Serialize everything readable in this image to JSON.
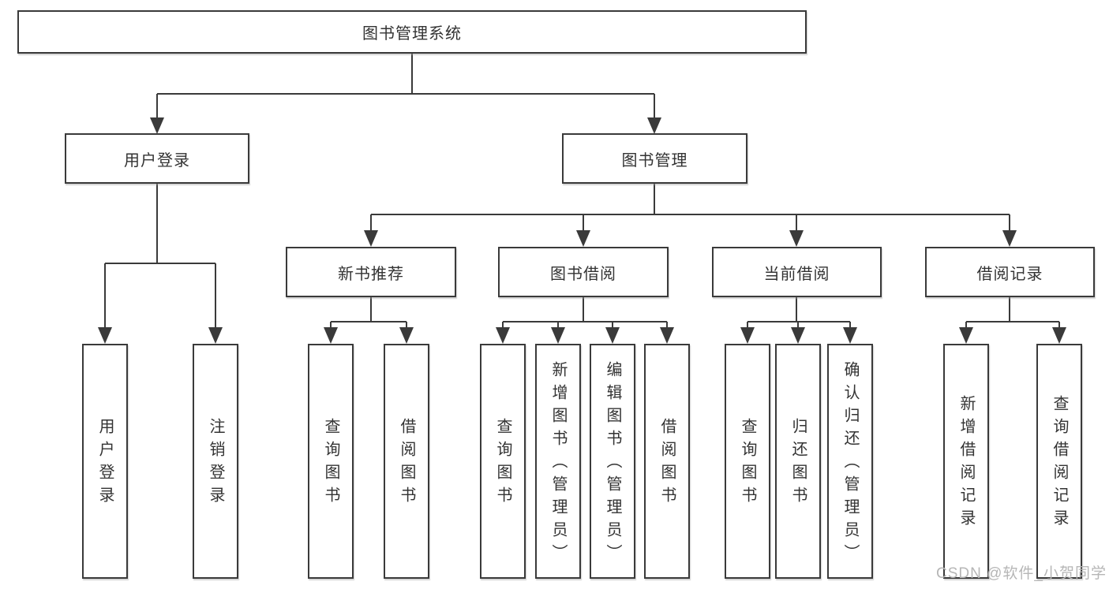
{
  "diagram_title": "图书管理系统",
  "tree": {
    "root": {
      "label": "图书管理系统"
    },
    "user": {
      "label": "用户登录",
      "children": [
        {
          "label": "用户登录"
        },
        {
          "label": "注销登录"
        }
      ]
    },
    "book": {
      "label": "图书管理",
      "children": [
        {
          "label": "新书推荐",
          "children": [
            {
              "label": "查询图书"
            },
            {
              "label": "借阅图书"
            }
          ]
        },
        {
          "label": "图书借阅",
          "children": [
            {
              "label": "查询图书"
            },
            {
              "label": "新增图书（管理员）"
            },
            {
              "label": "编辑图书（管理员）"
            },
            {
              "label": "借阅图书"
            }
          ]
        },
        {
          "label": "当前借阅",
          "children": [
            {
              "label": "查询图书"
            },
            {
              "label": "归还图书"
            },
            {
              "label": "确认归还（管理员）"
            }
          ]
        },
        {
          "label": "借阅记录",
          "children": [
            {
              "label": "新增借阅记录"
            },
            {
              "label": "查询借阅记录"
            }
          ]
        }
      ]
    }
  },
  "watermark": {
    "text": "CSDN @软件_小贺同学"
  },
  "colors": {
    "line": "#3a3a3a",
    "text": "#333333",
    "background": "#ffffff",
    "watermark": "#b6b6b6"
  }
}
